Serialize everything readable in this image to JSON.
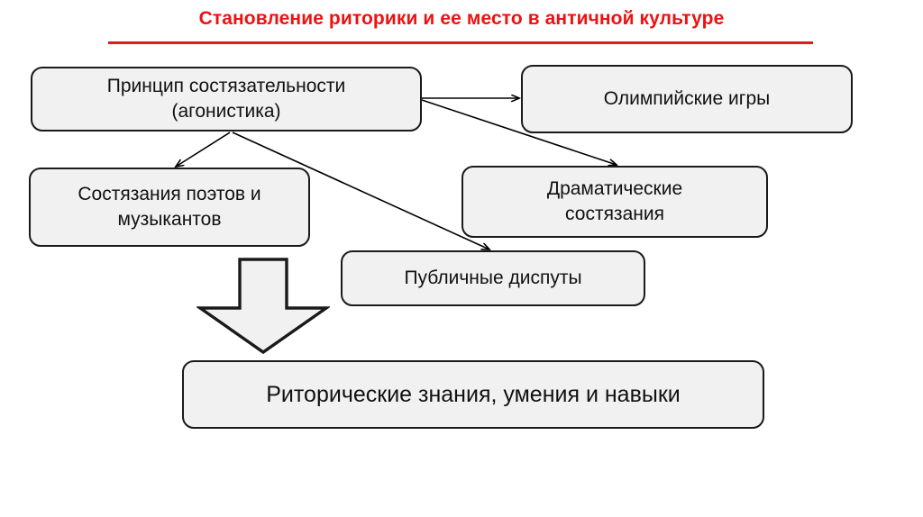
{
  "title": {
    "text": "Становление риторики и ее место в античной культуре",
    "color": "#ee1111",
    "rule_color": "#e01b1b"
  },
  "theme": {
    "node_fill": "#f1f1f1",
    "node_border": "#1a1a1a",
    "connector_color": "#000000",
    "background": "#ffffff"
  },
  "diagram": {
    "type": "flowchart",
    "nodes": [
      {
        "id": "principle",
        "label": "Принцип состязательности\n(агонистика)",
        "shape": "rounded-rectangle"
      },
      {
        "id": "olympic",
        "label": "Олимпийские игры",
        "shape": "rounded-rectangle"
      },
      {
        "id": "poets",
        "label": "Состязания поэтов и\nмузыкантов",
        "shape": "rounded-rectangle"
      },
      {
        "id": "dramatic",
        "label": "Драматические\nсостязания",
        "shape": "rounded-rectangle"
      },
      {
        "id": "disputes",
        "label": "Публичные диспуты",
        "shape": "rounded-rectangle"
      },
      {
        "id": "outcome",
        "label": "Риторические знания, умения и навыки",
        "shape": "rounded-rectangle"
      }
    ],
    "edges": [
      {
        "from": "principle",
        "to": "olympic",
        "style": "thin-arrow"
      },
      {
        "from": "principle",
        "to": "dramatic",
        "style": "thin-arrow"
      },
      {
        "from": "principle",
        "to": "poets",
        "style": "thin-arrow"
      },
      {
        "from": "principle",
        "to": "disputes",
        "style": "thin-arrow"
      },
      {
        "from": "poets",
        "to": "outcome",
        "style": "block-arrow"
      }
    ]
  }
}
